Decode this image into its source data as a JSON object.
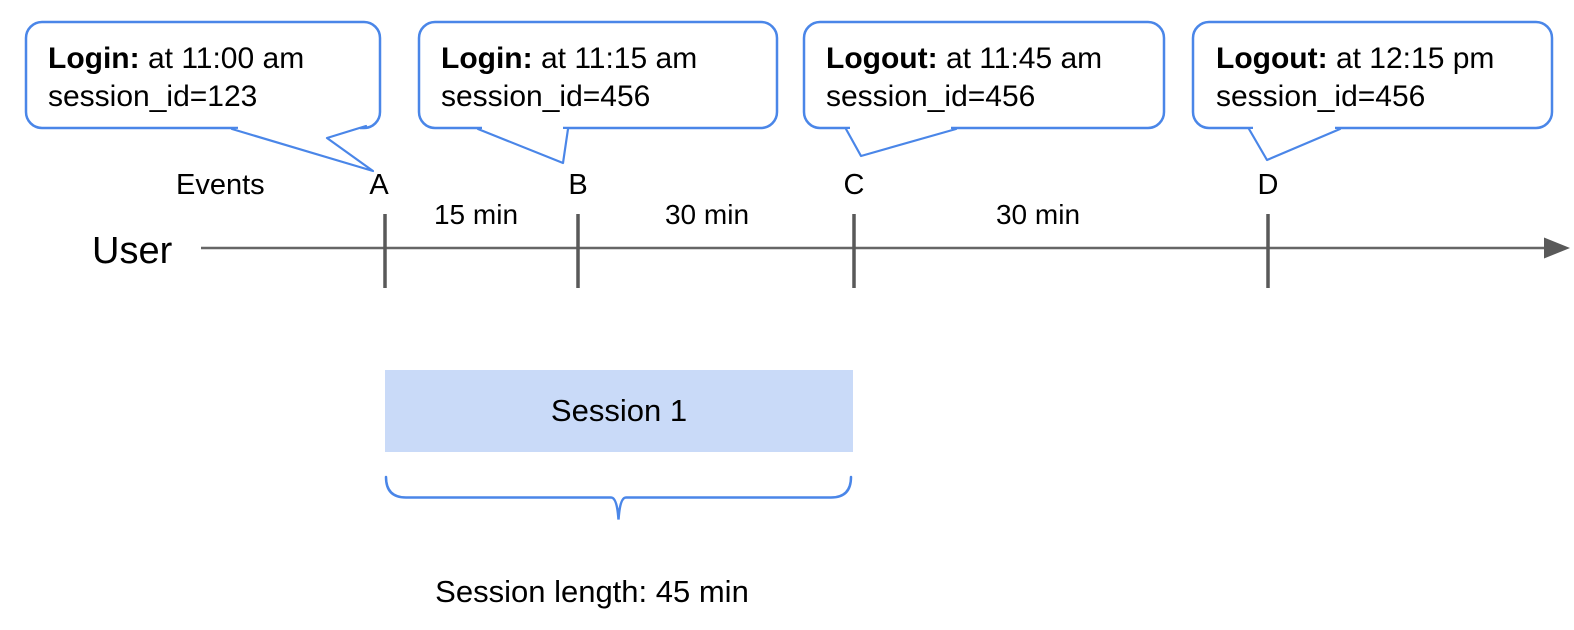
{
  "callouts": [
    {
      "label": "Login:",
      "detail": " at 11:00 am",
      "line2": "session_id=123"
    },
    {
      "label": "Login:",
      "detail": " at 11:15 am",
      "line2": "session_id=456"
    },
    {
      "label": "Logout:",
      "detail": " at 11:45 am",
      "line2": "session_id=456"
    },
    {
      "label": "Logout:",
      "detail": " at 12:15 pm",
      "line2": "session_id=456"
    }
  ],
  "timeline": {
    "axis_label": "Events",
    "row_label": "User",
    "events": [
      {
        "letter": "A"
      },
      {
        "letter": "B"
      },
      {
        "letter": "C"
      },
      {
        "letter": "D"
      }
    ],
    "intervals": [
      {
        "label": "15 min"
      },
      {
        "label": "30 min"
      },
      {
        "label": "30 min"
      }
    ]
  },
  "session": {
    "box_label": "Session 1",
    "length_label": "Session length: 45 min"
  },
  "colors": {
    "accent_blue": "#4a86e8",
    "session_fill": "#c9daf8",
    "axis_gray": "#666666",
    "tick_gray": "#595959",
    "text": "#000000"
  }
}
